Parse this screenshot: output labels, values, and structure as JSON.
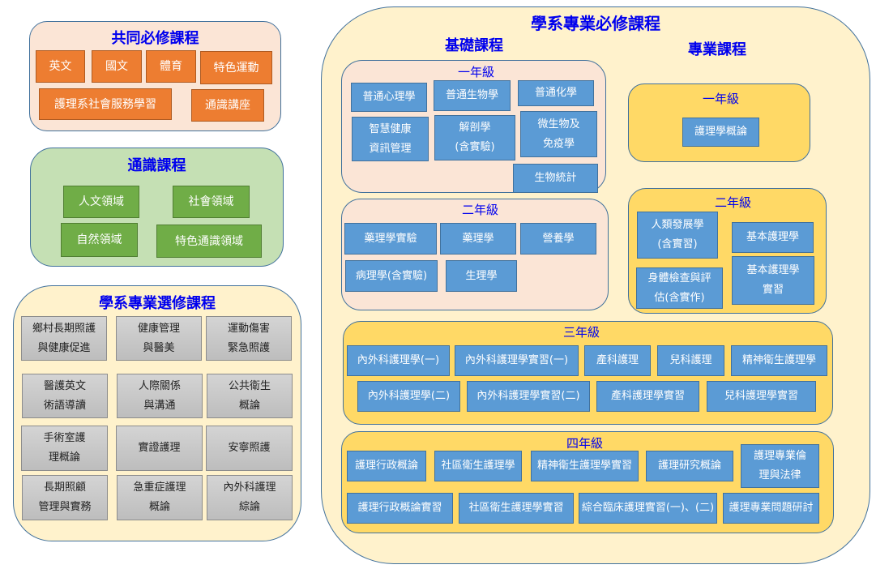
{
  "common_required": {
    "title": "共同必修課程",
    "courses": [
      "英文",
      "國文",
      "體育",
      "特色運動",
      "護理系社會服務學習",
      "通識講座"
    ]
  },
  "general_education": {
    "title": "通識課程",
    "courses": [
      "人文領域",
      "社會領域",
      "自然領域",
      "特色通識領域"
    ]
  },
  "elective": {
    "title": "學系專業選修課程",
    "courses": [
      "鄉村長期照護\n與健康促進",
      "健康管理\n與醫美",
      "運動傷害\n緊急照護",
      "醫護英文\n術語導讀",
      "人際關係\n與溝通",
      "公共衛生\n概論",
      "手術室護\n理概論",
      "實證護理",
      "安寧照護",
      "長期照顧\n管理與實務",
      "急重症護理\n概論",
      "內外科護理\n綜論"
    ]
  },
  "required": {
    "title": "學系專業必修課程",
    "basic": {
      "title": "基礎課程",
      "year1": {
        "label": "一年級",
        "courses": [
          "普通心理學",
          "普通生物學",
          "普通化學",
          "智慧健康\n資訊管理",
          "解剖學\n(含實驗)",
          "微生物及\n免疫學",
          "生物統計"
        ]
      },
      "year2": {
        "label": "二年級",
        "courses": [
          "藥理學實驗",
          "藥理學",
          "營養學",
          "病理學(含實驗)",
          "生理學"
        ]
      }
    },
    "professional": {
      "title": "專業課程",
      "year1": {
        "label": "一年級",
        "courses": [
          "護理學概論"
        ]
      },
      "year2": {
        "label": "二年級",
        "courses": [
          "人類發展學\n(含實習)",
          "基本護理學",
          "身體檢查與評\n估(含實作)",
          "基本護理學\n實習"
        ]
      }
    },
    "year3": {
      "label": "三年級",
      "courses": [
        "內外科護理學(一)",
        "內外科護理學實習(一)",
        "產科護理",
        "兒科護理",
        "精神衛生護理學",
        "內外科護理學(二)",
        "內外科護理學實習(二)",
        "產科護理學實習",
        "兒科護理學實習"
      ]
    },
    "year4": {
      "label": "四年級",
      "courses": [
        "護理行政概論",
        "社區衛生護理學",
        "精神衛生護理學實習",
        "護理研究概論",
        "護理專業倫\n理與法律",
        "護理行政概論實習",
        "社區衛生護理學實習",
        "綜合臨床護理實習(一)、(二)",
        "護理專業問題研討"
      ]
    }
  },
  "colors": {
    "common_bg": "#fbe5d6",
    "orange": "#ed7d31",
    "gened_bg": "#c5e0b4",
    "green": "#70ad47",
    "elective_bg": "#fff2cc",
    "gray": "#c8c8c8",
    "required_bg": "#fff2cc",
    "basic_bg": "#fbe5d6",
    "year_bg": "#ffd966",
    "blue": "#5b9bd5",
    "title": "#0000ee",
    "border": "#41719c"
  }
}
